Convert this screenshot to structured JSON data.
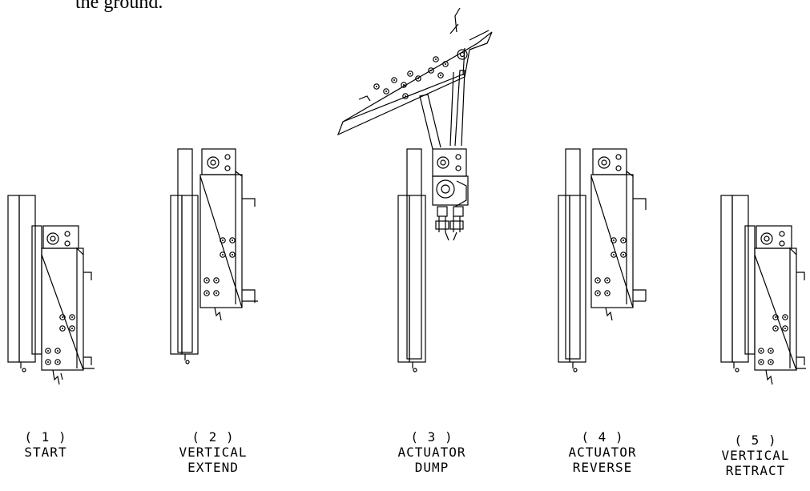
{
  "header": {
    "text": "the ground."
  },
  "stages": [
    {
      "number": "( 1 )",
      "line1": "START",
      "line2": ""
    },
    {
      "number": "( 2 )",
      "line1": "VERTICAL",
      "line2": "EXTEND"
    },
    {
      "number": "( 3 )",
      "line1": "ACTUATOR",
      "line2": "DUMP"
    },
    {
      "number": "( 4 )",
      "line1": "ACTUATOR",
      "line2": "REVERSE"
    },
    {
      "number": "( 5 )",
      "line1": "VERTICAL",
      "line2": "RETRACT"
    }
  ]
}
